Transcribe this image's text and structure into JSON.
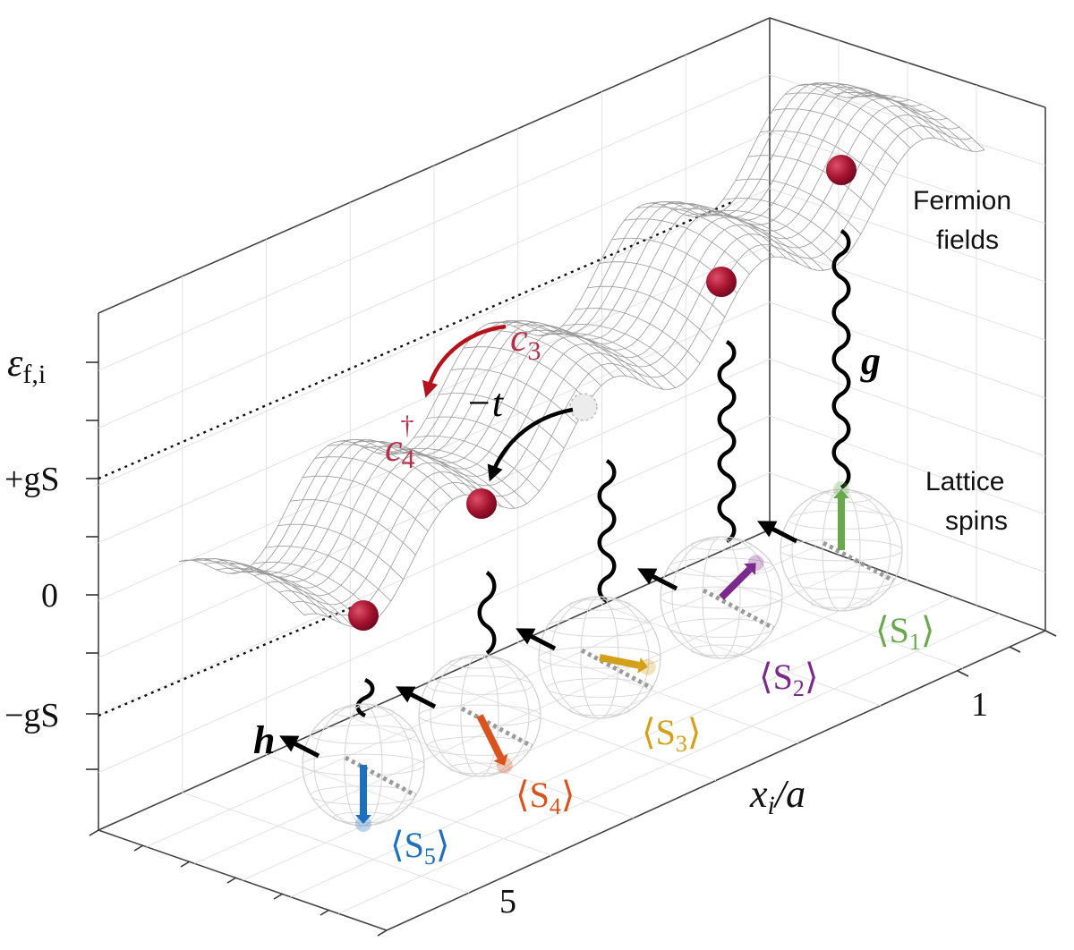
{
  "axes": {
    "energy_label": "ε",
    "energy_subscript": "f,i",
    "position_label": "x",
    "position_subscript": "i",
    "position_suffix": "/a",
    "energy_ticks": [
      "+gS",
      "0",
      "−gS"
    ],
    "position_ticks": [
      "1",
      "5"
    ]
  },
  "labels": {
    "fermion_fields_line1": "Fermion",
    "fermion_fields_line2": "fields",
    "lattice_spins_line1": "Lattice",
    "lattice_spins_line2": "spins",
    "coupling": "g",
    "field": "h",
    "hopping": "−t",
    "annihilation_base": "c",
    "annihilation_index": "3",
    "creation_base": "c",
    "creation_index": "4",
    "creation_dagger": "†"
  },
  "spins": [
    {
      "label": "⟨S",
      "index": "1",
      "close": "⟩",
      "color": "#6aa84f"
    },
    {
      "label": "⟨S",
      "index": "2",
      "close": "⟩",
      "color": "#7b2a8c"
    },
    {
      "label": "⟨S",
      "index": "3",
      "close": "⟩",
      "color": "#d4a017"
    },
    {
      "label": "⟨S",
      "index": "4",
      "close": "⟩",
      "color": "#d9531e"
    },
    {
      "label": "⟨S",
      "index": "5",
      "close": "⟩",
      "color": "#1f6fbf"
    }
  ],
  "colors": {
    "fermion": "#a3122e",
    "operator": "#b5121b",
    "creation": "#b5304a",
    "mesh": "#9a9a9a",
    "sphere": "#c8c8c8",
    "box": "#444444"
  }
}
